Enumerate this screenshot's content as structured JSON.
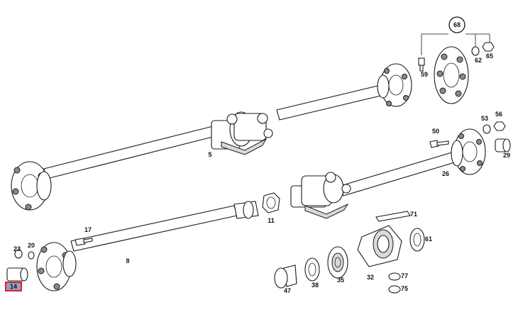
{
  "diagram": {
    "parts": [
      {
        "id": "p68",
        "label": "68"
      },
      {
        "id": "p59",
        "label": "59"
      },
      {
        "id": "p62",
        "label": "62"
      },
      {
        "id": "p65",
        "label": "65"
      },
      {
        "id": "p5",
        "label": "5"
      },
      {
        "id": "p53",
        "label": "53"
      },
      {
        "id": "p56",
        "label": "56"
      },
      {
        "id": "p50",
        "label": "50"
      },
      {
        "id": "p29",
        "label": "29"
      },
      {
        "id": "p26",
        "label": "26"
      },
      {
        "id": "p11",
        "label": "11"
      },
      {
        "id": "p71",
        "label": "71"
      },
      {
        "id": "p17",
        "label": "17"
      },
      {
        "id": "p61",
        "label": "61"
      },
      {
        "id": "p23",
        "label": "23"
      },
      {
        "id": "p20",
        "label": "20"
      },
      {
        "id": "p8",
        "label": "8"
      },
      {
        "id": "p47",
        "label": "47"
      },
      {
        "id": "p38",
        "label": "38"
      },
      {
        "id": "p35",
        "label": "35"
      },
      {
        "id": "p32",
        "label": "32"
      },
      {
        "id": "p77",
        "label": "77"
      },
      {
        "id": "p75",
        "label": "75"
      },
      {
        "id": "p14",
        "label": "14",
        "selected": true
      }
    ]
  }
}
